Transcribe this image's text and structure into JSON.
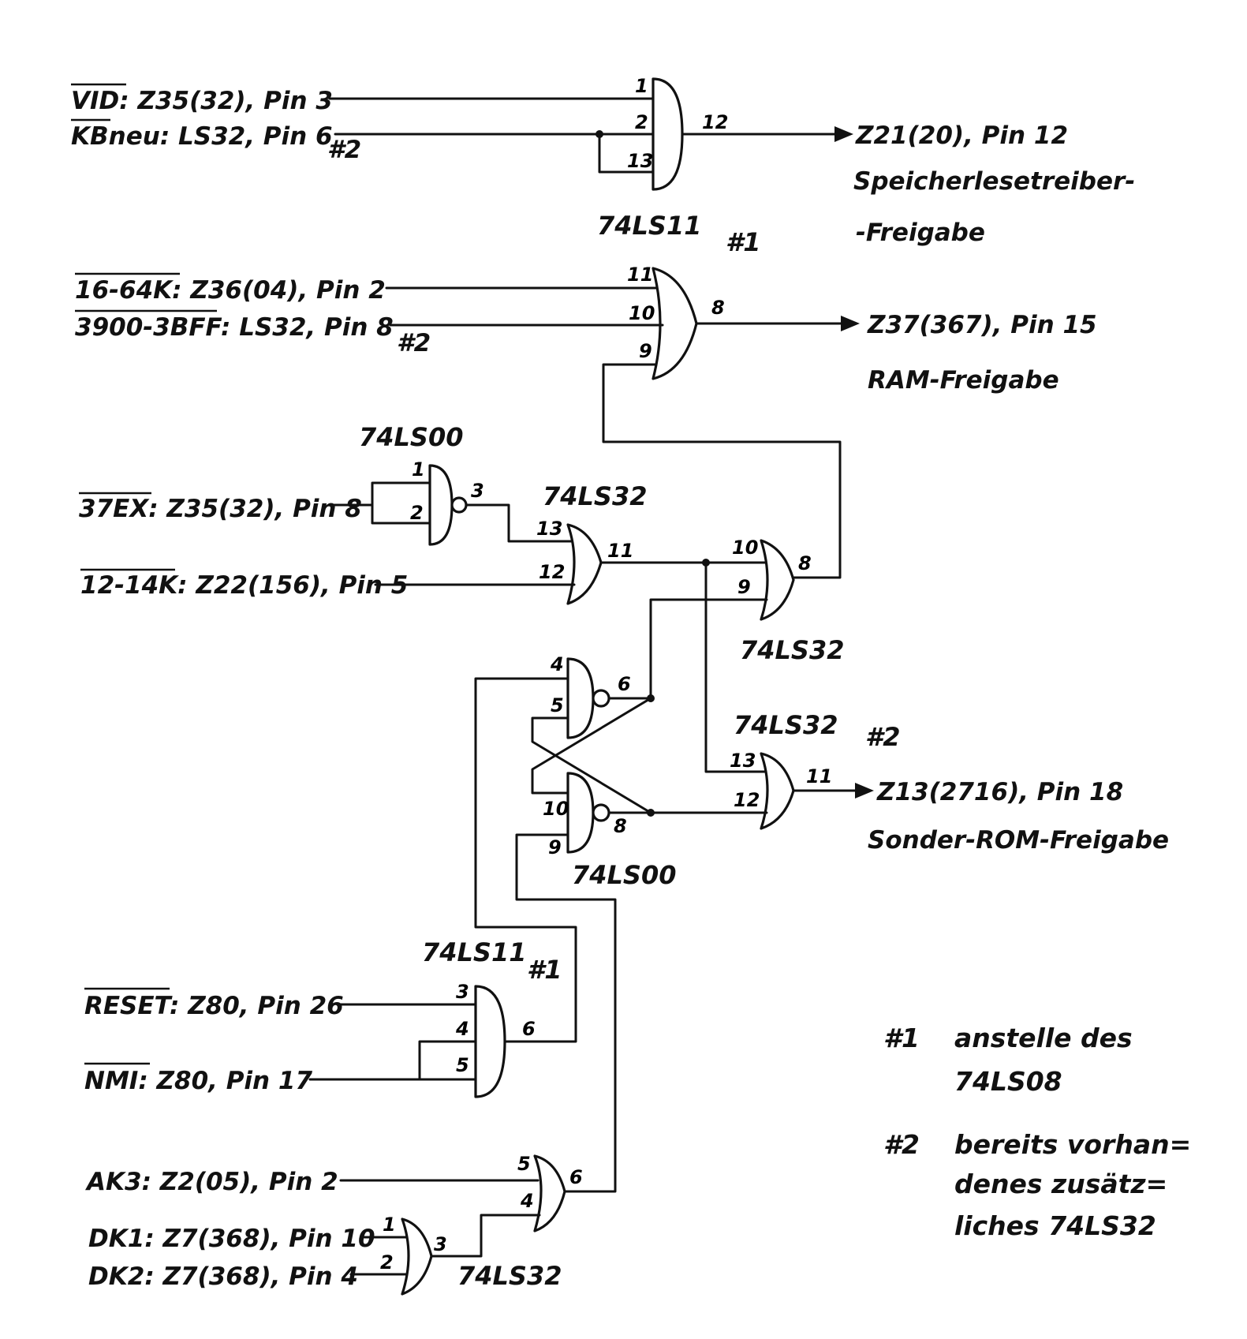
{
  "signals": {
    "vid": "VID: Z35(32), Pin 3",
    "kb": "KBneu: LS32, Pin 6",
    "kb_tag": "#2",
    "k16_64": "16-64K: Z36(04), Pin 2",
    "a3900": "3900-3BFF: LS32, Pin 8",
    "a3900_tag": "#2",
    "ex37": "37EX: Z35(32), Pin 8",
    "k12_14": "12-14K: Z22(156), Pin 5",
    "reset": "RESET: Z80, Pin 26",
    "nmi": "NMI: Z80, Pin 17",
    "ak3": "AK3: Z2(05), Pin 2",
    "dk1": "DK1: Z7(368), Pin 10",
    "dk2": "DK2: Z7(368), Pin 4"
  },
  "outputs": {
    "z21": "Z21(20), Pin 12",
    "z21_desc1": "Speicherlesetreiber-",
    "z21_desc2": "-Freigabe",
    "z37": "Z37(367), Pin 15",
    "z37_desc": "RAM-Freigabe",
    "z13": "Z13(2716), Pin 18",
    "z13_desc": "Sonder-ROM-Freigabe"
  },
  "chips": {
    "and_top": "74LS11",
    "and_top_tag": "#1",
    "nand_37ex": "74LS00",
    "or_mid": "74LS32",
    "or_right": "74LS32",
    "or_rom": "74LS32",
    "or_rom_tag": "#2",
    "nand_latch": "74LS00",
    "and_reset": "74LS11",
    "and_reset_tag": "#1",
    "or_bottom": "74LS32"
  },
  "pins": {
    "g1": [
      "1",
      "2",
      "13",
      "12"
    ],
    "g2": [
      "11",
      "10",
      "9",
      "8"
    ],
    "g3": [
      "1",
      "2",
      "3"
    ],
    "g4": [
      "13",
      "12",
      "11"
    ],
    "g5": [
      "10",
      "9",
      "8"
    ],
    "g6": [
      "4",
      "5",
      "6"
    ],
    "g7": [
      "10",
      "9",
      "8"
    ],
    "g8": [
      "13",
      "12",
      "11"
    ],
    "g9": [
      "3",
      "4",
      "5",
      "6"
    ],
    "g10": [
      "5",
      "4",
      "6"
    ],
    "g11": [
      "1",
      "2",
      "3"
    ]
  },
  "notes": {
    "n1_tag": "#1",
    "n1_text1": "anstelle des",
    "n1_text2": "74LS08",
    "n2_tag": "#2",
    "n2_text1": "bereits vorhan=",
    "n2_text2": "denes zusätz=",
    "n2_text3": "liches 74LS32"
  }
}
